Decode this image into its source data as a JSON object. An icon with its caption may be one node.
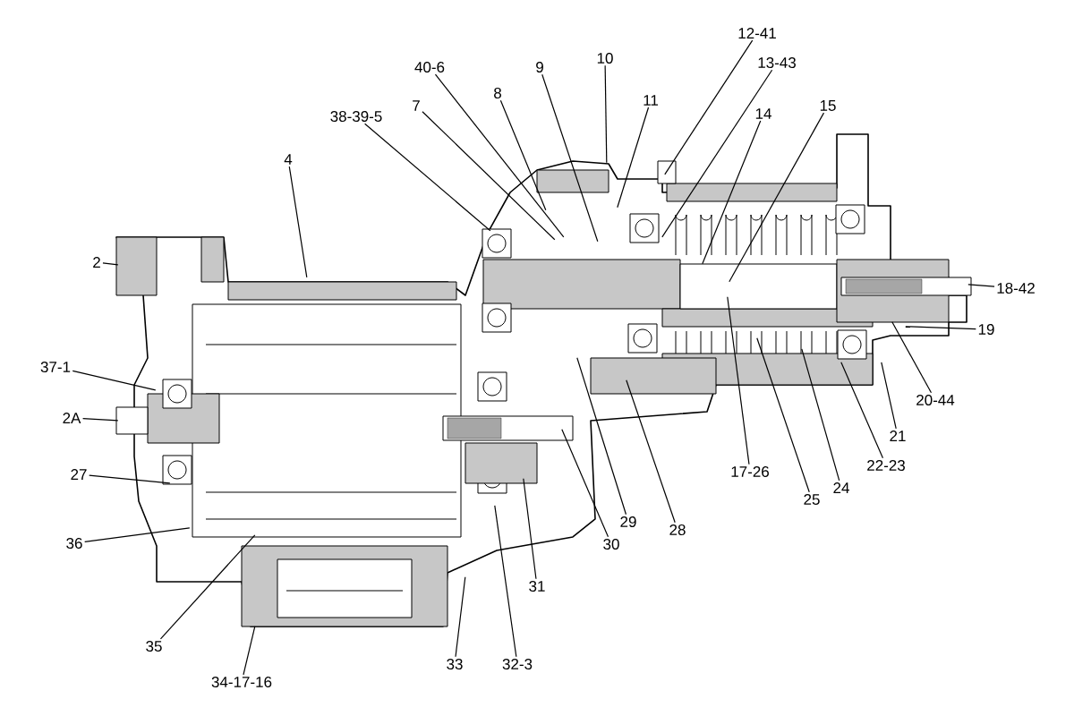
{
  "diagram": {
    "nodes": [
      {
        "text": [
          "2"
        ]
      },
      {
        "text": [
          "37-1"
        ]
      },
      {
        "text": [
          "2A"
        ]
      },
      {
        "text": [
          "27"
        ]
      },
      {
        "text": [
          "36"
        ]
      },
      {
        "text": [
          "35"
        ]
      },
      {
        "text": [
          "34-17-16"
        ]
      },
      {
        "text": [
          "33"
        ]
      },
      {
        "text": [
          "32-3"
        ]
      },
      {
        "text": [
          "31"
        ]
      },
      {
        "text": [
          "30"
        ]
      },
      {
        "text": [
          "29"
        ]
      },
      {
        "text": [
          "28"
        ]
      },
      {
        "text": [
          "38-39-5"
        ]
      },
      {
        "text": [
          "4"
        ]
      },
      {
        "text": [
          "7"
        ]
      },
      {
        "text": [
          "40-6"
        ]
      },
      {
        "text": [
          "8"
        ]
      },
      {
        "text": [
          "9"
        ]
      },
      {
        "text": [
          "10"
        ]
      },
      {
        "text": [
          "11"
        ]
      },
      {
        "text": [
          "12-41"
        ]
      },
      {
        "text": [
          "13-43"
        ]
      },
      {
        "text": [
          "14"
        ]
      },
      {
        "text": [
          "15"
        ]
      },
      {
        "text": [
          "18-42"
        ]
      },
      {
        "text": [
          "19"
        ]
      },
      {
        "text": [
          "20-44"
        ]
      },
      {
        "text": [
          "21"
        ]
      },
      {
        "text": [
          "22-23"
        ]
      },
      {
        "text": [
          "24"
        ]
      },
      {
        "text": [
          "25"
        ]
      },
      {
        "text": [
          "17-26"
        ]
      },
      {
        "text": [],
        "shape": "picture"
      }
    ],
    "edges": [
      {
        "from": 0,
        "to": 33,
        "arrow": "none"
      },
      {
        "from": 1,
        "to": 33,
        "arrow": "none"
      },
      {
        "from": 2,
        "to": 33,
        "arrow": "none"
      },
      {
        "from": 3,
        "to": 33,
        "arrow": "none"
      },
      {
        "from": 4,
        "to": 33,
        "arrow": "none"
      },
      {
        "from": 5,
        "to": 33,
        "arrow": "none"
      },
      {
        "from": 6,
        "to": 33,
        "arrow": "none"
      },
      {
        "from": 7,
        "to": 33,
        "arrow": "none"
      },
      {
        "from": 8,
        "to": 33,
        "arrow": "none"
      },
      {
        "from": 9,
        "to": 33,
        "arrow": "none"
      },
      {
        "from": 10,
        "to": 33,
        "arrow": "none"
      },
      {
        "from": 11,
        "to": 33,
        "arrow": "none"
      },
      {
        "from": 12,
        "to": 33,
        "arrow": "none"
      },
      {
        "from": 13,
        "to": 33,
        "arrow": "none"
      },
      {
        "from": 14,
        "to": 33,
        "arrow": "none"
      },
      {
        "from": 15,
        "to": 33,
        "arrow": "none"
      },
      {
        "from": 16,
        "to": 33,
        "arrow": "none"
      },
      {
        "from": 17,
        "to": 33,
        "arrow": "none"
      },
      {
        "from": 18,
        "to": 33,
        "arrow": "none"
      },
      {
        "from": 19,
        "to": 33,
        "arrow": "none"
      },
      {
        "from": 20,
        "to": 33,
        "arrow": "none"
      },
      {
        "from": 21,
        "to": 33,
        "arrow": "none"
      },
      {
        "from": 22,
        "to": 33,
        "arrow": "none"
      },
      {
        "from": 23,
        "to": 33,
        "arrow": "none"
      },
      {
        "from": 24,
        "to": 33,
        "arrow": "none"
      },
      {
        "from": 25,
        "to": 33,
        "arrow": "none"
      },
      {
        "from": 26,
        "to": 33,
        "arrow": "none"
      },
      {
        "from": 27,
        "to": 33,
        "arrow": "none"
      },
      {
        "from": 28,
        "to": 33,
        "arrow": "none"
      },
      {
        "from": 29,
        "to": 33,
        "arrow": "none"
      },
      {
        "from": 30,
        "to": 33,
        "arrow": "none"
      },
      {
        "from": 31,
        "to": 33,
        "arrow": "none"
      },
      {
        "from": 32,
        "to": 33,
        "arrow": "none"
      }
    ]
  }
}
